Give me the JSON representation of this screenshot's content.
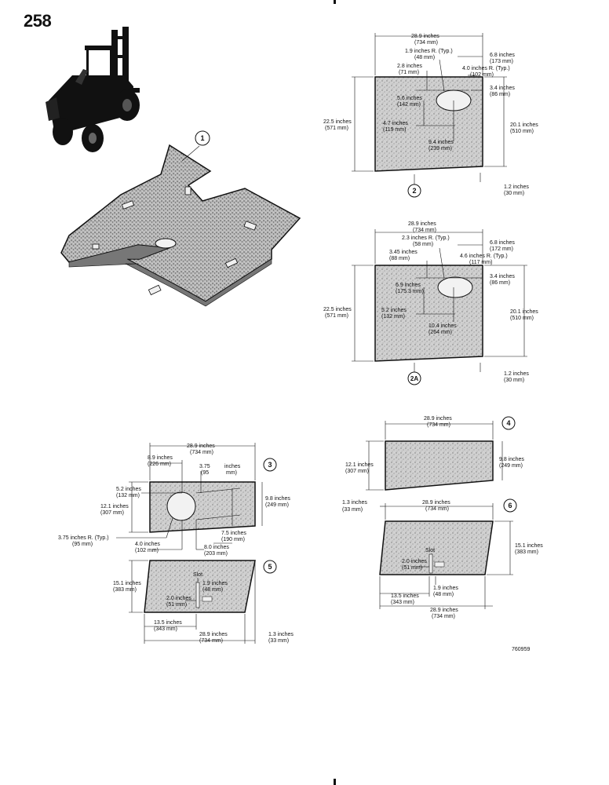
{
  "page_number": "258",
  "figure_code": "760959",
  "callouts": [
    "1",
    "2",
    "2A",
    "3",
    "4",
    "5",
    "6"
  ],
  "panel2": {
    "labels": [
      "28.9 inches",
      "(734    mm)",
      "1.9 inches R. (Typ.)",
      "(48     mm)",
      "6.8 inches",
      "(173    mm)",
      "2.8 inches",
      "(71     mm)",
      "4.0 inches R. (Typ.)",
      "(102    mm)",
      "3.4 inches",
      "(86     mm)",
      "5.6 inches",
      "(142    mm)",
      "22.5 inches",
      "(571    mm)",
      "20.1 inches",
      "(510    mm)",
      "4.7 inches",
      "(119    mm)",
      "9.4 inches",
      "(239    mm)",
      "1.2 inches",
      "(30     mm)"
    ]
  },
  "panel2a": {
    "labels": [
      "28.9 inches",
      "(734    mm)",
      "2.3 inches R. (Typ.)",
      "(58     mm)",
      "6.8 inches",
      "(172    mm)",
      "3.45 inches",
      "(88     mm)",
      "4.6 inches R. (Typ.)",
      "(117    mm)",
      "3.4 inches",
      "(86     mm)",
      "6.9 inches",
      "(175.3  mm)",
      "22.5 inches",
      "(571    mm)",
      "20.1 inches",
      "(510    mm)",
      "5.2 inches",
      "(132    mm)",
      "10.4 inches",
      "(264    mm)",
      "1.2 inches",
      "(30     mm)"
    ]
  },
  "panel3": {
    "labels": [
      "28.9 inches",
      "(734    mm)",
      "8.9 inches",
      "(226    mm)",
      "3.75",
      "(95",
      "inches",
      "mm)",
      "5.2 inches",
      "(132    mm)",
      "9.8 inches",
      "(249    mm)",
      "12.1 inches",
      "(307    mm)",
      "3.75 inches R. (Typ.)",
      "(95     mm)",
      "4.0 inches",
      "(102    mm)",
      "7.5 inches",
      "(190    mm)",
      "8.0 inches",
      "(203    mm)"
    ]
  },
  "panel4": {
    "labels": [
      "28.9 inches",
      "(734    mm)",
      "12.1 inches",
      "(307    mm)",
      "9.8 inches",
      "(249    mm)"
    ]
  },
  "panel5": {
    "labels": [
      "15.1 inches",
      "(383    mm)",
      "Slot",
      "1.9 inches",
      "(48     mm)",
      "2.0 inches",
      "(51     mm)",
      "13.5 inches",
      "(343    mm)",
      "28.9 inches",
      "(734    mm)",
      "1.3 inches",
      "(33     mm)"
    ]
  },
  "panel6": {
    "labels": [
      "1.3 inches",
      "(33     mm)",
      "28.9 inches",
      "(734    mm)",
      "15.1 inches",
      "(383    mm)",
      "Slot",
      "2.0 inches",
      "(51     mm)",
      "1.9 inches",
      "(48     mm)",
      "13.5 inches",
      "(343    mm)",
      "28.9 inches",
      "(734    mm)"
    ]
  }
}
